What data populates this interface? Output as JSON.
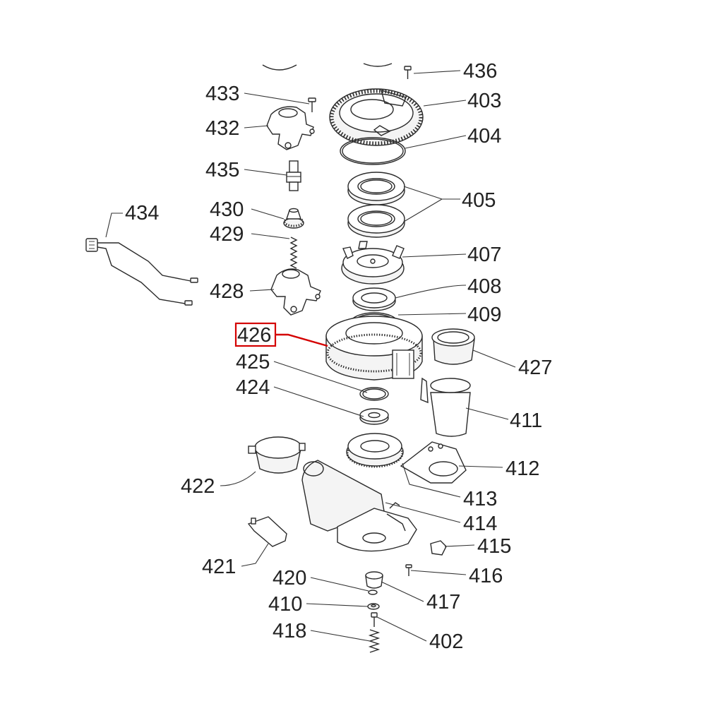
{
  "diagram": {
    "highlight_color": "#d40000",
    "highlighted_part": "426",
    "parts": [
      {
        "id": "p436",
        "label": "436"
      },
      {
        "id": "p433",
        "label": "433"
      },
      {
        "id": "p403",
        "label": "403"
      },
      {
        "id": "p432",
        "label": "432"
      },
      {
        "id": "p404",
        "label": "404"
      },
      {
        "id": "p435",
        "label": "435"
      },
      {
        "id": "p405",
        "label": "405"
      },
      {
        "id": "p434",
        "label": "434"
      },
      {
        "id": "p430",
        "label": "430"
      },
      {
        "id": "p429",
        "label": "429"
      },
      {
        "id": "p407",
        "label": "407"
      },
      {
        "id": "p428",
        "label": "428"
      },
      {
        "id": "p408",
        "label": "408"
      },
      {
        "id": "p409",
        "label": "409"
      },
      {
        "id": "p426",
        "label": "426"
      },
      {
        "id": "p427",
        "label": "427"
      },
      {
        "id": "p425",
        "label": "425"
      },
      {
        "id": "p424",
        "label": "424"
      },
      {
        "id": "p411",
        "label": "411"
      },
      {
        "id": "p412",
        "label": "412"
      },
      {
        "id": "p422",
        "label": "422"
      },
      {
        "id": "p413",
        "label": "413"
      },
      {
        "id": "p414",
        "label": "414"
      },
      {
        "id": "p415",
        "label": "415"
      },
      {
        "id": "p421",
        "label": "421"
      },
      {
        "id": "p416",
        "label": "416"
      },
      {
        "id": "p420",
        "label": "420"
      },
      {
        "id": "p417",
        "label": "417"
      },
      {
        "id": "p410",
        "label": "410"
      },
      {
        "id": "p418",
        "label": "418"
      },
      {
        "id": "p402",
        "label": "402"
      }
    ]
  }
}
